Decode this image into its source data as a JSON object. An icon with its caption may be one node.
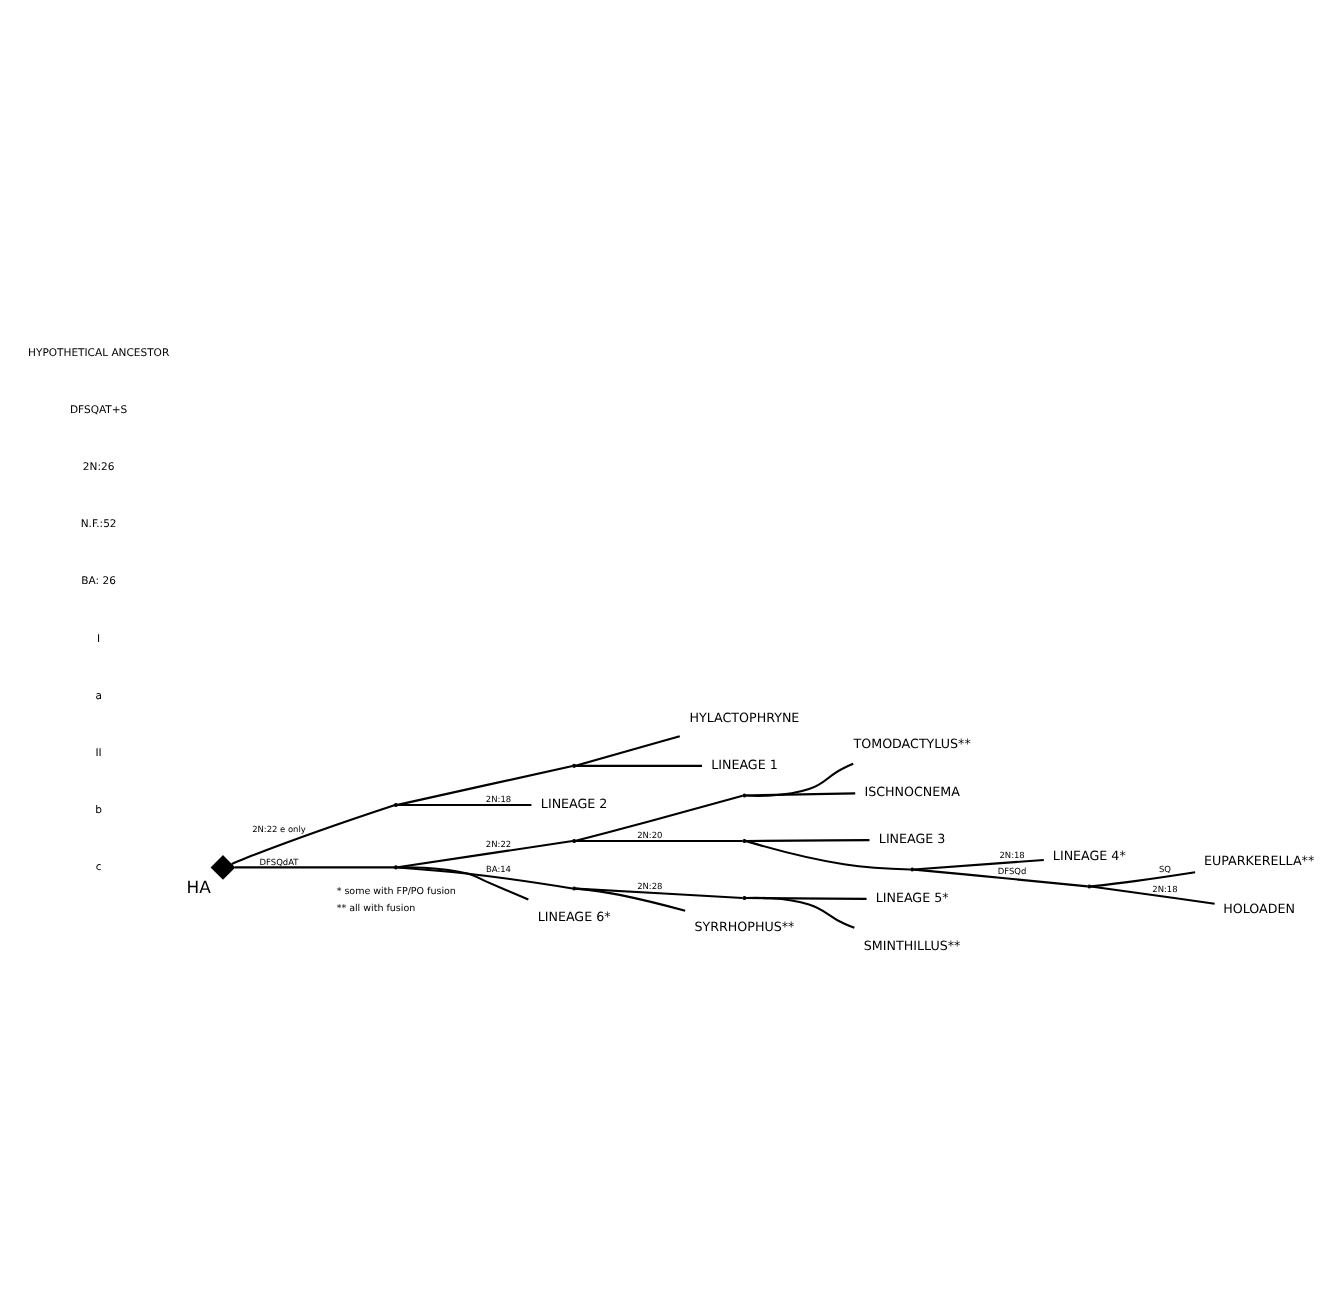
{
  "diagram": {
    "nodes": [
      {
        "text": [],
        "shape": "diamond",
        "beside": [
          "HA"
        ]
      },
      {
        "text": [],
        "shape": "point"
      },
      {
        "text": [],
        "shape": "point"
      },
      {
        "text": [
          "HYLACTOPHRYNE"
        ]
      },
      {
        "text": [
          "LINEAGE 1"
        ]
      },
      {
        "text": [
          "LINEAGE 2"
        ]
      },
      {
        "text": [],
        "shape": "point"
      },
      {
        "text": [],
        "shape": "point"
      },
      {
        "text": [],
        "shape": "point"
      },
      {
        "text": [
          "TOMODACTYLUS**"
        ]
      },
      {
        "text": [
          "ISCHNOCNEMA"
        ]
      },
      {
        "text": [],
        "shape": "point"
      },
      {
        "text": [
          "LINEAGE 3"
        ]
      },
      {
        "text": [],
        "shape": "point"
      },
      {
        "text": [
          "LINEAGE 4*"
        ]
      },
      {
        "text": [],
        "shape": "point"
      },
      {
        "text": [
          "EUPARKERELLA**"
        ]
      },
      {
        "text": [
          "HOLOADEN"
        ]
      },
      {
        "text": [],
        "shape": "point"
      },
      {
        "text": [],
        "shape": "point"
      },
      {
        "text": [
          "LINEAGE 5*"
        ]
      },
      {
        "text": [
          "SMINTHILLUS**"
        ]
      },
      {
        "text": [
          "SYRRHOPHUS**"
        ]
      },
      {
        "text": [
          "LINEAGE 6*"
        ]
      }
    ],
    "edges": [
      {
        "from": 0,
        "to": 1,
        "arrow": "none",
        "label": "2N:22 e only"
      },
      {
        "from": 1,
        "to": 2,
        "arrow": "none"
      },
      {
        "from": 1,
        "to": 5,
        "arrow": "none",
        "label": "2N:18"
      },
      {
        "from": 2,
        "to": 3,
        "arrow": "none"
      },
      {
        "from": 2,
        "to": 4,
        "arrow": "none"
      },
      {
        "from": 0,
        "to": 6,
        "arrow": "none",
        "label": "DFSQdAT"
      },
      {
        "from": 6,
        "to": 7,
        "arrow": "none",
        "label": "2N:22"
      },
      {
        "from": 7,
        "to": 8,
        "arrow": "none"
      },
      {
        "from": 8,
        "to": 9,
        "arrow": "none"
      },
      {
        "from": 8,
        "to": 10,
        "arrow": "none"
      },
      {
        "from": 7,
        "to": 11,
        "arrow": "none",
        "label": "2N:20"
      },
      {
        "from": 11,
        "to": 12,
        "arrow": "none"
      },
      {
        "from": 11,
        "to": 13,
        "arrow": "none"
      },
      {
        "from": 13,
        "to": 14,
        "arrow": "none",
        "label": "2N:18"
      },
      {
        "from": 13,
        "to": 15,
        "arrow": "none",
        "label": "DFSQd"
      },
      {
        "from": 15,
        "to": 16,
        "arrow": "none",
        "label": "SQ"
      },
      {
        "from": 15,
        "to": 17,
        "arrow": "none",
        "label": "2N:18"
      },
      {
        "from": 6,
        "to": 18,
        "arrow": "none",
        "label": "BA:14"
      },
      {
        "from": 18,
        "to": 19,
        "arrow": "none",
        "label": "2N:28"
      },
      {
        "from": 19,
        "to": 20,
        "arrow": "none"
      },
      {
        "from": 19,
        "to": 21,
        "arrow": "none"
      },
      {
        "from": 18,
        "to": 22,
        "arrow": "none"
      },
      {
        "from": 6,
        "to": 23,
        "arrow": "none"
      }
    ],
    "labels": [
      "HYPOTHETICAL ANCESTOR",
      "DFSQAT+S",
      "2N:26",
      "N.F.:52",
      "BA: 26",
      "I",
      "a",
      "II",
      "b",
      "c"
    ],
    "legend": [
      {
        "text": "* some with FP/PO fusion"
      },
      {
        "text": "** all with fusion"
      }
    ]
  }
}
